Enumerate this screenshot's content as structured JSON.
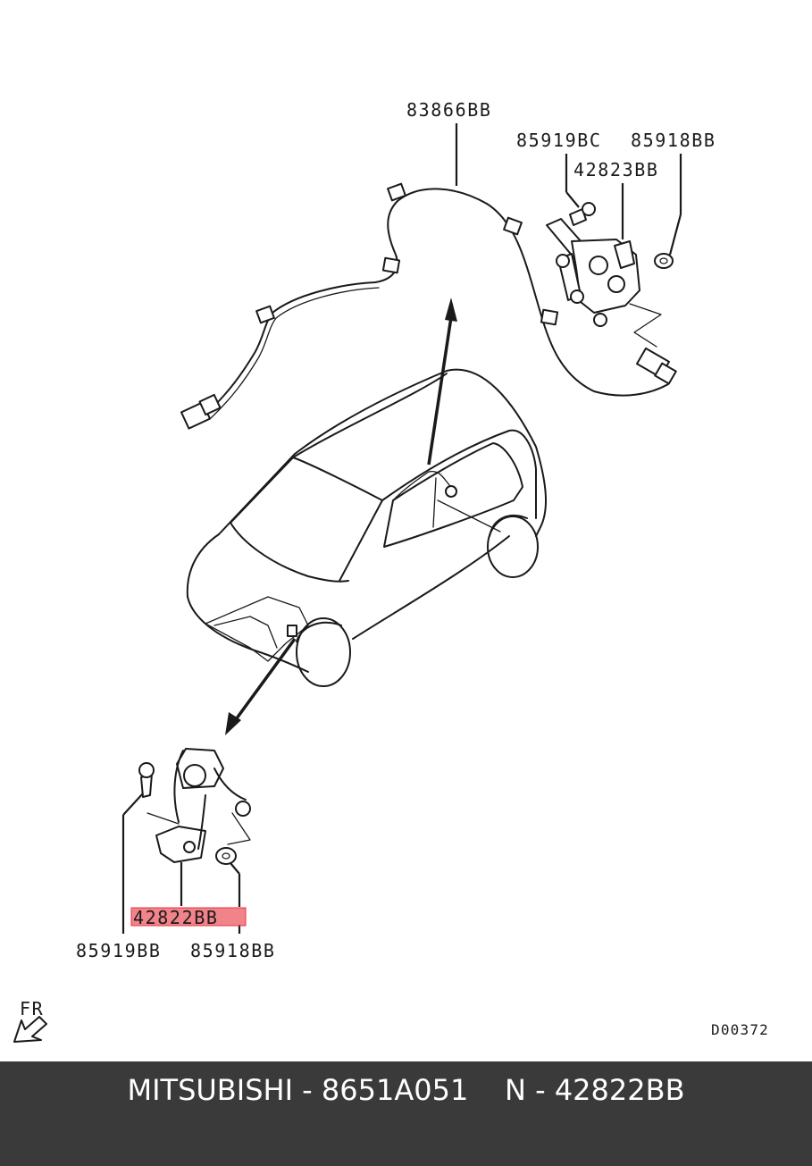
{
  "callouts": {
    "harness": "83866BB",
    "rear_bolt": "85919BC",
    "rear_nut": "85918BB",
    "rear_sensor": "42823BB",
    "front_sensor": "42822BB",
    "front_bolt": "85919BB",
    "front_nut": "85918BB"
  },
  "direction_marker": "FR",
  "diagram_code": "D00372",
  "highlight_color": "#e8323c",
  "footer": {
    "text": "MITSUBISHI - 8651A051    N - 42822BB",
    "background": "#3a3a3a"
  }
}
